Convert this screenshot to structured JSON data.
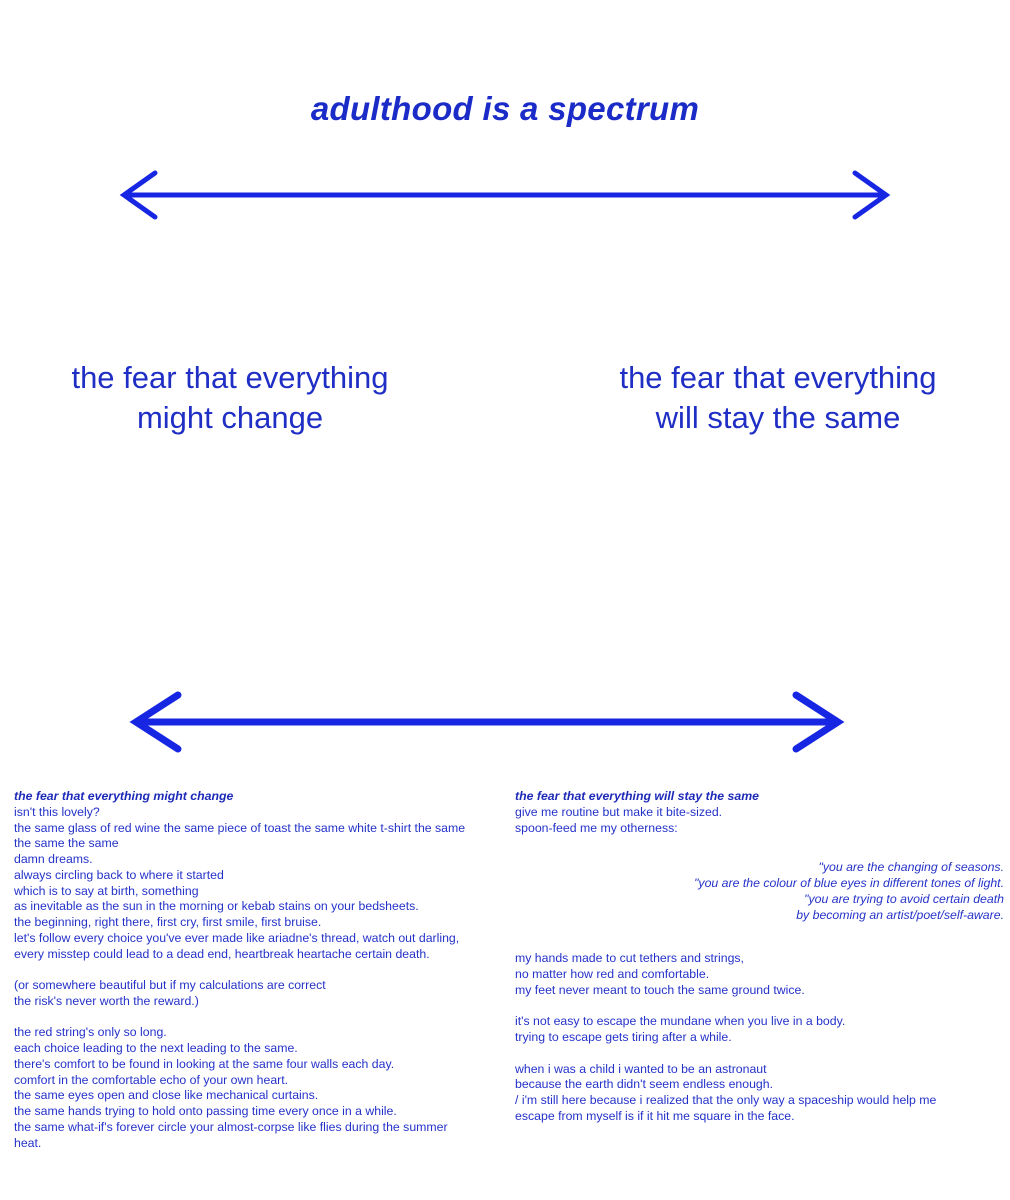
{
  "title": "adulthood is a spectrum",
  "colors": {
    "accent": "#1a2fd6",
    "arrow": "#1726e3",
    "background": "#ffffff"
  },
  "spectrum": {
    "left_label": "the fear that everything\nmight change",
    "right_label": "the fear that everything\nwill stay the same"
  },
  "poem_left": {
    "title": "the fear that everything might change",
    "lines": [
      "isn't this lovely?",
      "the same glass of red wine the same piece of toast the same white t-shirt the same",
      "the same the same",
      "damn dreams.",
      "always circling back to where it started",
      "which is to say at birth, something",
      "as inevitable as the sun in the morning or kebab stains on your bedsheets.",
      "the beginning, right there, first cry, first smile, first bruise.",
      "let's follow every choice you've ever made like ariadne's thread, watch out darling,",
      "every misstep could lead to a dead end, heartbreak heartache certain death.",
      "",
      "(or somewhere beautiful but if my calculations are correct",
      "the risk's never worth the reward.)",
      "",
      "the red string's only so long.",
      "each choice leading to the next leading to the same.",
      "there's comfort to be found in looking at the same four walls each day.",
      "comfort in the comfortable echo of your own heart.",
      "the same eyes open and close like mechanical curtains.",
      "the same hands trying to hold onto passing time every once in a while.",
      "the same what-if's forever circle your almost-corpse like flies during the summer",
      "heat."
    ]
  },
  "poem_right": {
    "title": "the fear that everything will stay the same",
    "intro_lines": [
      "give me routine but make it bite-sized.",
      "spoon-feed me my otherness:"
    ],
    "quote_lines": [
      "\"you are the changing of seasons.",
      "\"you are the colour of blue eyes in different tones of light.",
      "\"you are trying to avoid certain death",
      "by becoming an artist/poet/self-aware."
    ],
    "body_lines": [
      "my hands made to cut tethers and strings,",
      "no matter how red and comfortable.",
      "my feet never meant to touch the same ground twice.",
      "",
      "it's not easy to escape the mundane when you live in a body.",
      "trying to escape gets tiring after a while.",
      "",
      "when i was a child i wanted to be an astronaut",
      "because the earth didn't seem endless enough.",
      "/ i'm still here because i realized that the only way a spaceship would help me",
      "escape from myself is if it hit me square in the face."
    ]
  }
}
